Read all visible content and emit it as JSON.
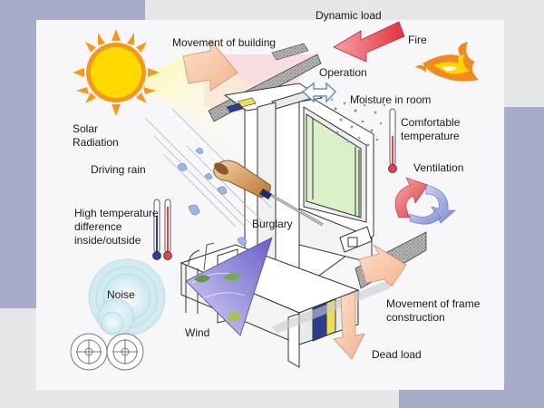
{
  "labels": {
    "dynamic_load": "Dynamic load",
    "movement_of_building": "Movement of building",
    "fire": "Fire",
    "operation": "Operation",
    "moisture_in_room": "Moisture in room",
    "comfortable_temperature": "Comfortable\ntemperature",
    "solar_radiation": "Solar\nRadiation",
    "driving_rain": "Driving rain",
    "ventilation": "Ventilation",
    "high_temperature_difference": "High temperature\ndifference\ninside/outside",
    "burglary": "Burglary",
    "noise": "Noise",
    "movement_of_frame_construction": "Movement of frame\nconstruction",
    "wind": "Wind",
    "dead_load": "Dead load"
  },
  "colors": {
    "frame_navy": "#a7acc9",
    "background": "#e6e6ea",
    "panel": "#f7f7f9",
    "arrow_peach": "#f7c5a4",
    "arrow_red": "#e8404a",
    "sun_orange": "#f39a1c",
    "sun_yellow": "#ffd900",
    "glass_green": "#d9f0c8",
    "wind_purple": "#8c84d6",
    "rain_blue": "#9bb8e0"
  }
}
